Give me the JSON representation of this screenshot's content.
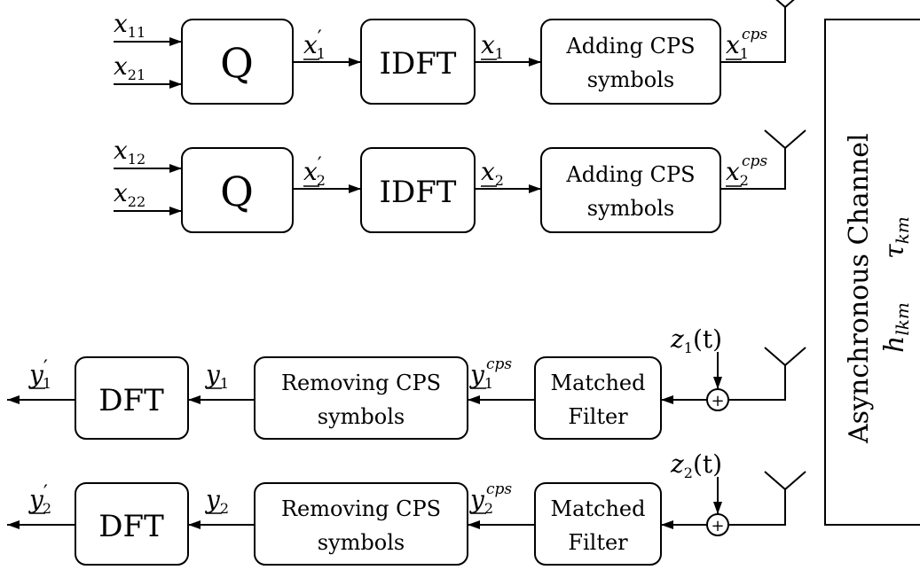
{
  "transmitters": [
    {
      "inputs": [
        {
          "sym": "x",
          "sub": "11"
        },
        {
          "sym": "x",
          "sub": "21"
        }
      ],
      "q_label": "Q",
      "q_out": {
        "sym": "x",
        "prime": "′",
        "sub": "1"
      },
      "idft_label": "IDFT",
      "idft_out": {
        "sym": "x",
        "sub": "1"
      },
      "cps_line1": "Adding CPS",
      "cps_line2": "symbols",
      "cps_out": {
        "sym": "x",
        "sub": "1",
        "sup": "cps"
      }
    },
    {
      "inputs": [
        {
          "sym": "x",
          "sub": "12"
        },
        {
          "sym": "x",
          "sub": "22"
        }
      ],
      "q_label": "Q",
      "q_out": {
        "sym": "x",
        "prime": "′",
        "sub": "2"
      },
      "idft_label": "IDFT",
      "idft_out": {
        "sym": "x",
        "sub": "2"
      },
      "cps_line1": "Adding CPS",
      "cps_line2": "symbols",
      "cps_out": {
        "sym": "x",
        "sub": "2",
        "sup": "cps"
      }
    }
  ],
  "receivers": [
    {
      "noise": {
        "sym": "z",
        "sub": "1",
        "arg": "(t)"
      },
      "adder_symbol": "+",
      "mf_line1": "Matched",
      "mf_line2": "Filter",
      "mf_out": {
        "sym": "y",
        "sub": "1",
        "sup": "cps"
      },
      "rm_line1": "Removing CPS",
      "rm_line2": "symbols",
      "rm_out": {
        "sym": "y",
        "sub": "1"
      },
      "dft_label": "DFT",
      "dft_out": {
        "sym": "y",
        "prime": "′",
        "sub": "1"
      }
    },
    {
      "noise": {
        "sym": "z",
        "sub": "2",
        "arg": "(t)"
      },
      "adder_symbol": "+",
      "mf_line1": "Matched",
      "mf_line2": "Filter",
      "mf_out": {
        "sym": "y",
        "sub": "2",
        "sup": "cps"
      },
      "rm_line1": "Removing CPS",
      "rm_line2": "symbols",
      "rm_out": {
        "sym": "y",
        "sub": "2"
      },
      "dft_label": "DFT",
      "dft_out": {
        "sym": "y",
        "prime": "′",
        "sub": "2"
      }
    }
  ],
  "channel": {
    "title": "Asynchronous Channel",
    "delay": {
      "sym": "τ",
      "sub": "km"
    },
    "gain": {
      "sym": "h",
      "sub": "lkm"
    }
  }
}
